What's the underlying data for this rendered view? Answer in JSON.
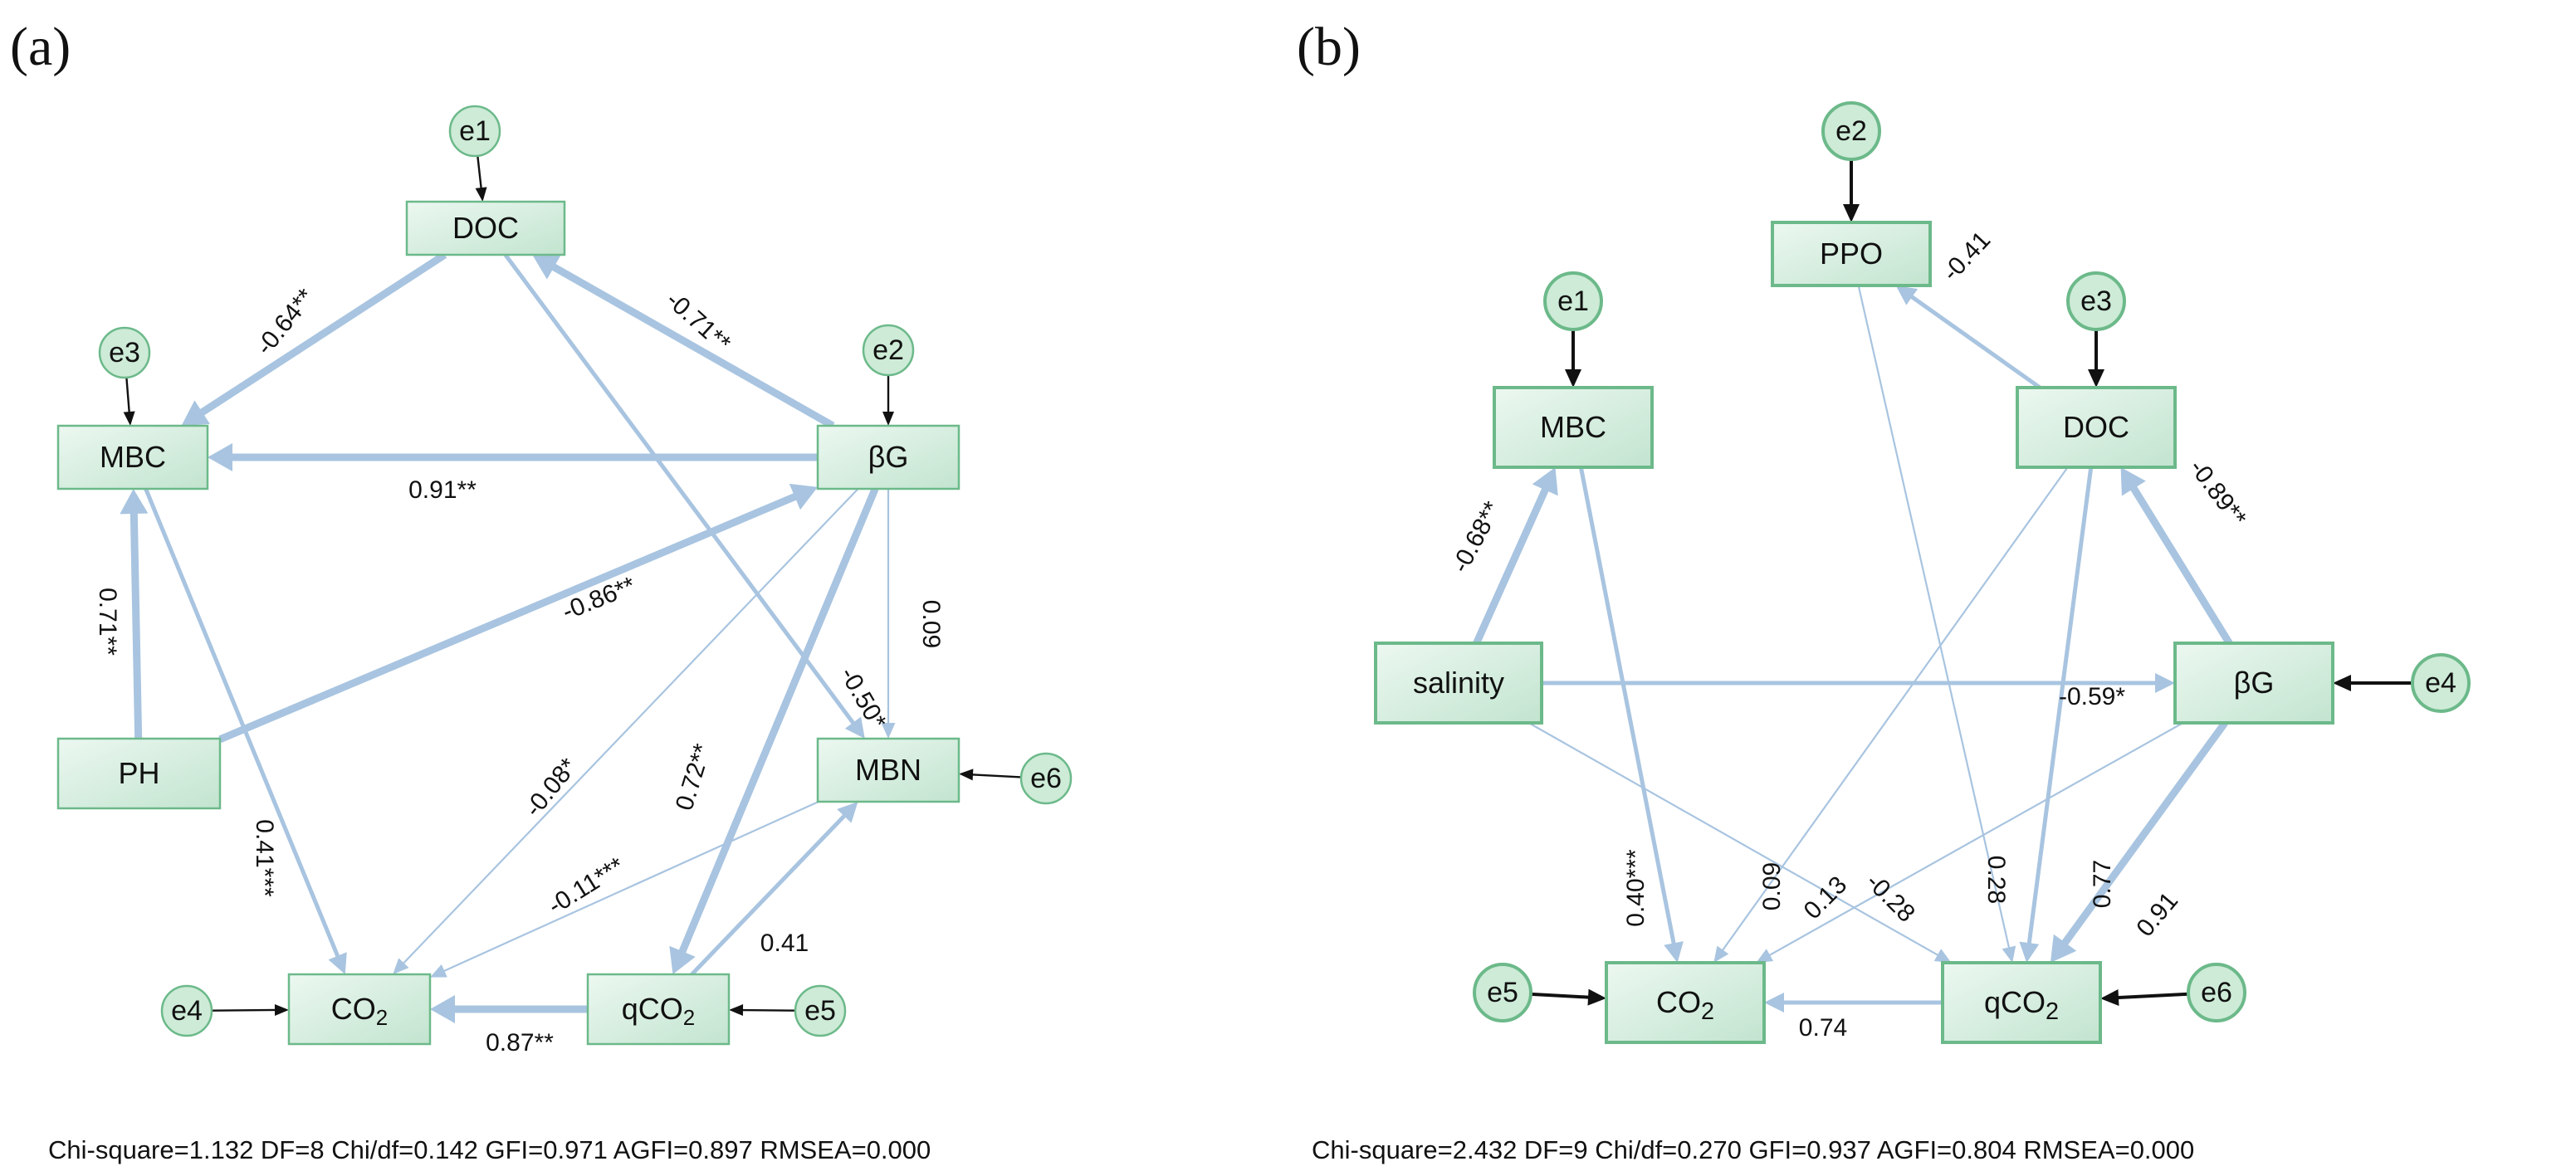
{
  "panels": [
    {
      "label": "(a)",
      "nodes": [
        {
          "id": "DOC",
          "text": "DOC"
        },
        {
          "id": "MBC",
          "text": "MBC"
        },
        {
          "id": "bG",
          "text": "βG"
        },
        {
          "id": "PH",
          "text": "PH"
        },
        {
          "id": "MBN",
          "text": "MBN"
        },
        {
          "id": "CO2",
          "text": "CO",
          "sub": "2"
        },
        {
          "id": "qCO2",
          "text": "qCO",
          "sub": "2"
        }
      ],
      "errors": [
        {
          "id": "e1",
          "text": "e1",
          "target": "DOC"
        },
        {
          "id": "e3",
          "text": "e3",
          "target": "MBC"
        },
        {
          "id": "e2",
          "text": "e2",
          "target": "bG"
        },
        {
          "id": "e6",
          "text": "e6",
          "target": "MBN"
        },
        {
          "id": "e4",
          "text": "e4",
          "target": "CO2"
        },
        {
          "id": "e5",
          "text": "e5",
          "target": "qCO2"
        }
      ],
      "paths": [
        {
          "from": "DOC",
          "to": "MBC",
          "coef": "-0.64**",
          "weight": "strong"
        },
        {
          "from": "bG",
          "to": "DOC",
          "coef": "-0.71**",
          "weight": "strong"
        },
        {
          "from": "bG",
          "to": "MBC",
          "coef": "0.91**",
          "weight": "strong"
        },
        {
          "from": "PH",
          "to": "MBC",
          "coef": "0.71**",
          "weight": "strong"
        },
        {
          "from": "PH",
          "to": "bG",
          "coef": "-0.86**",
          "weight": "strong"
        },
        {
          "from": "DOC",
          "to": "MBN",
          "coef": "-0.50*",
          "weight": "medium"
        },
        {
          "from": "bG",
          "to": "MBN",
          "coef": "0.09",
          "weight": "thin"
        },
        {
          "from": "bG",
          "to": "CO2",
          "coef": "-0.08*",
          "weight": "thin"
        },
        {
          "from": "bG",
          "to": "qCO2",
          "coef": "0.72**",
          "weight": "strong"
        },
        {
          "from": "MBC",
          "to": "CO2",
          "coef": "0.41***",
          "weight": "medium"
        },
        {
          "from": "MBN",
          "to": "CO2",
          "coef": "-0.11***",
          "weight": "thin"
        },
        {
          "from": "qCO2",
          "to": "MBN",
          "coef": "0.41",
          "weight": "medium"
        },
        {
          "from": "qCO2",
          "to": "CO2",
          "coef": "0.87**",
          "weight": "strong"
        }
      ],
      "fit_stats": "Chi-square=1.132  DF=8  Chi/df=0.142 GFI=0.971 AGFI=0.897 RMSEA=0.000"
    },
    {
      "label": "(b)",
      "nodes": [
        {
          "id": "PPO",
          "text": "PPO"
        },
        {
          "id": "MBC",
          "text": "MBC"
        },
        {
          "id": "DOC",
          "text": "DOC"
        },
        {
          "id": "salinity",
          "text": "salinity"
        },
        {
          "id": "bG",
          "text": "βG"
        },
        {
          "id": "CO2",
          "text": "CO",
          "sub": "2"
        },
        {
          "id": "qCO2",
          "text": "qCO",
          "sub": "2"
        }
      ],
      "errors": [
        {
          "id": "e2",
          "text": "e2",
          "target": "PPO"
        },
        {
          "id": "e1",
          "text": "e1",
          "target": "MBC"
        },
        {
          "id": "e3",
          "text": "e3",
          "target": "DOC"
        },
        {
          "id": "e4",
          "text": "e4",
          "target": "bG"
        },
        {
          "id": "e5",
          "text": "e5",
          "target": "CO2"
        },
        {
          "id": "e6",
          "text": "e6",
          "target": "qCO2"
        }
      ],
      "paths": [
        {
          "from": "DOC",
          "to": "PPO",
          "coef": "-0.41",
          "weight": "medium"
        },
        {
          "from": "salinity",
          "to": "MBC",
          "coef": "-0.68**",
          "weight": "strong"
        },
        {
          "from": "bG",
          "to": "DOC",
          "coef": "-0.89**",
          "weight": "strong"
        },
        {
          "from": "salinity",
          "to": "bG",
          "coef": "-0.59*",
          "weight": "medium"
        },
        {
          "from": "MBC",
          "to": "CO2",
          "coef": "0.40***",
          "weight": "medium"
        },
        {
          "from": "DOC",
          "to": "CO2",
          "coef": "0.09",
          "weight": "thin"
        },
        {
          "from": "bG",
          "to": "CO2",
          "coef": "0.13",
          "weight": "thin"
        },
        {
          "from": "salinity",
          "to": "qCO2",
          "coef": "-0.28",
          "weight": "thin"
        },
        {
          "from": "PPO",
          "to": "qCO2",
          "coef": "0.28",
          "weight": "thin"
        },
        {
          "from": "DOC",
          "to": "qCO2",
          "coef": "0.77",
          "weight": "medium"
        },
        {
          "from": "bG",
          "to": "qCO2",
          "coef": "0.91",
          "weight": "strong"
        },
        {
          "from": "qCO2",
          "to": "CO2",
          "coef": "0.74",
          "weight": "medium"
        }
      ],
      "fit_stats": "Chi-square=2.432  DF=9  Chi/df=0.270  GFI=0.937 AGFI=0.804 RMSEA=0.000"
    }
  ],
  "colors": {
    "path": "#a8c4e0",
    "error_arrow": "#111111",
    "box_border": "#6cb98a",
    "box_fill_light": "#e9f6ef",
    "box_fill_dark": "#c6e6d2",
    "error_fill": "#cdebd7"
  }
}
